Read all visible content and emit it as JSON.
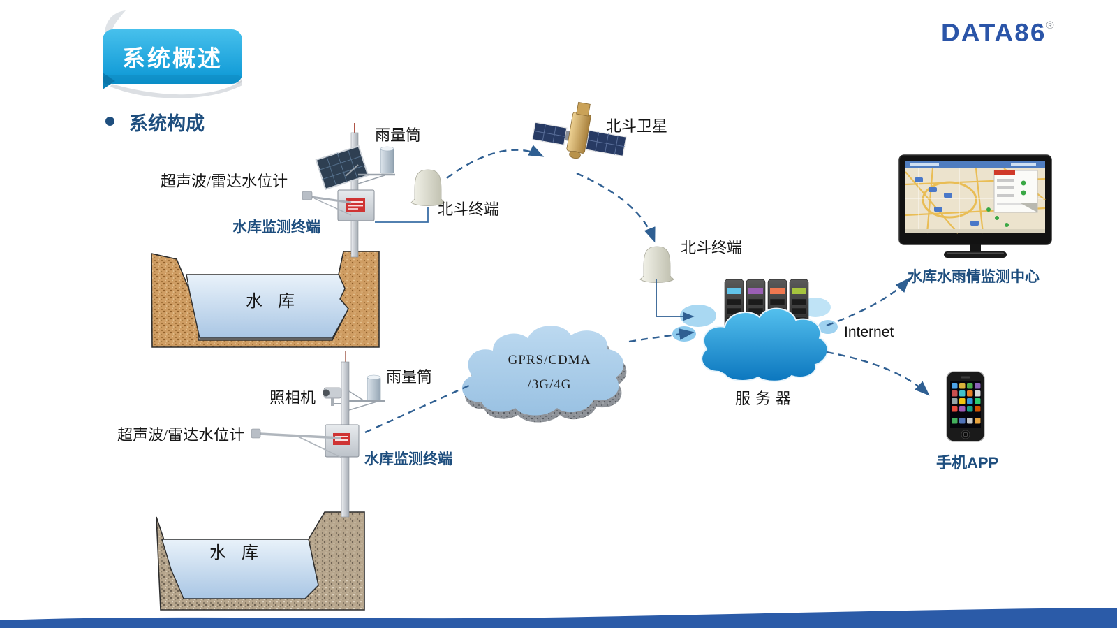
{
  "header": {
    "title": "系统概述",
    "logo": "DATA86",
    "registered": "®"
  },
  "section": {
    "heading": "系统构成"
  },
  "diagram": {
    "station1": {
      "rain_gauge": "雨量筒",
      "water_level": "超声波/雷达水位计",
      "terminal": "水库监测终端",
      "beidou_terminal": "北斗终端"
    },
    "satellite": {
      "label": "北斗卫星"
    },
    "beidou_terminal2": {
      "label": "北斗终端"
    },
    "reservoir1": {
      "label": "水 库"
    },
    "network_cloud": {
      "line1": "GPRS/CDMA",
      "line2": "/3G/4G"
    },
    "server": {
      "label": "服务器"
    },
    "internet": {
      "label": "Internet"
    },
    "monitor_center": {
      "label": "水库水雨情监测中心"
    },
    "mobile": {
      "label": "手机APP"
    },
    "station2": {
      "camera": "照相机",
      "rain_gauge": "雨量筒",
      "water_level": "超声波/雷达水位计",
      "terminal": "水库监测终端"
    },
    "reservoir2": {
      "label": "水 库"
    }
  },
  "colors": {
    "accent_blue": "#2b55a8",
    "label_navy": "#1e4e7e",
    "dash_blue": "#2f5f92",
    "ribbon_top": "#47c0ec",
    "ribbon_bottom": "#0a96d4",
    "network_cloud_fill": "#aecfe9",
    "server_cloud_top": "#54c0ee",
    "server_cloud_bottom": "#0b76be",
    "footer_blue": "#2b5ba8"
  }
}
